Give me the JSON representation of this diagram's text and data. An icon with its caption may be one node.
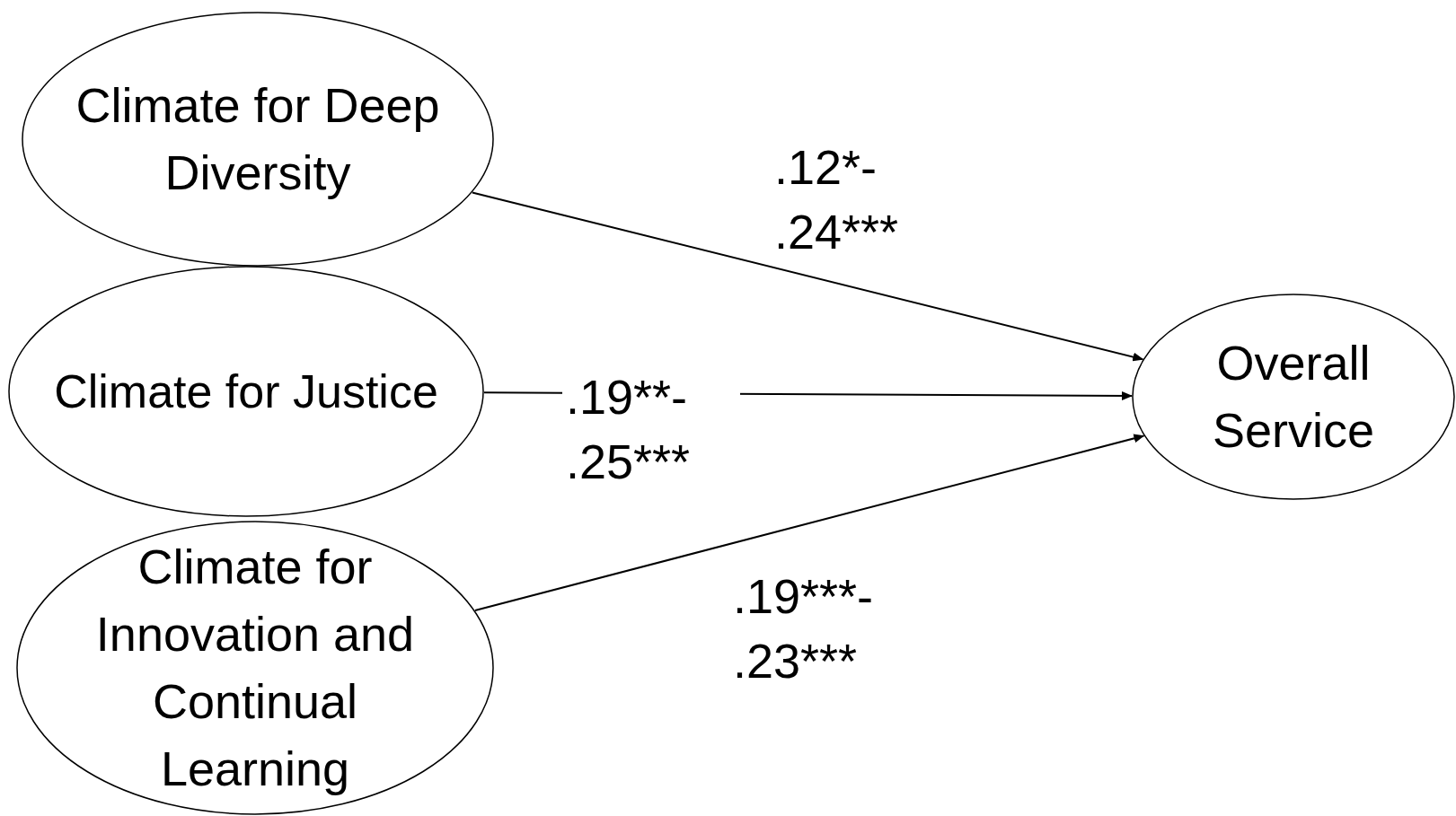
{
  "diagram": {
    "nodes": [
      {
        "text": [
          "Climate for Deep Diversity"
        ]
      },
      {
        "text": [
          "Climate for Justice"
        ]
      },
      {
        "text": [
          "Climate for Innovation and Continual Learning"
        ]
      },
      {
        "text": [
          "Overall Service"
        ]
      }
    ],
    "edges": [
      {
        "from": 0,
        "to": 3,
        "arrow": "to",
        "label": ".12*- .24***"
      },
      {
        "from": 1,
        "to": 3,
        "arrow": "to",
        "label": ".19**- .25***"
      },
      {
        "from": 2,
        "to": 3,
        "arrow": "to",
        "label": ".19***- .23***"
      }
    ]
  }
}
